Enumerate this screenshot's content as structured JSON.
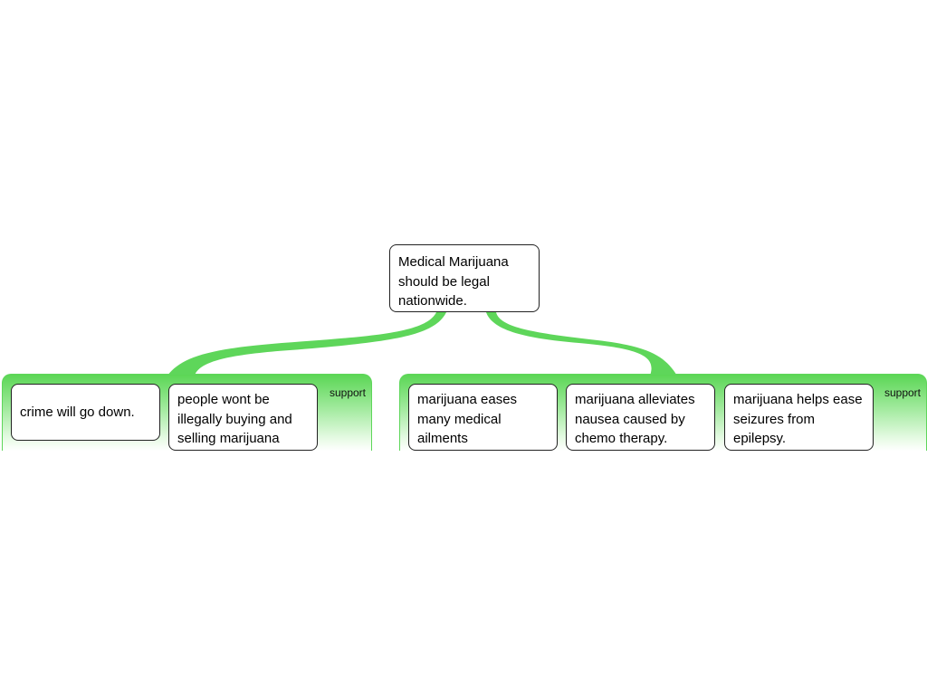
{
  "root": {
    "text": "Medical Marijuana should be legal nationwide."
  },
  "colors": {
    "branch": "#5ed65a",
    "group_top": "#5bd655",
    "node_border": "#222222"
  },
  "groups": [
    {
      "label": "support",
      "children": [
        {
          "text": "crime will go down."
        },
        {
          "text": "people wont be illegally buying and selling marijuana"
        }
      ]
    },
    {
      "label": "support",
      "children": [
        {
          "text": "marijuana eases many medical ailments"
        },
        {
          "text": "marijuana alleviates nausea caused by chemo therapy."
        },
        {
          "text": "marijuana helps ease seizures from epilepsy."
        }
      ]
    }
  ]
}
